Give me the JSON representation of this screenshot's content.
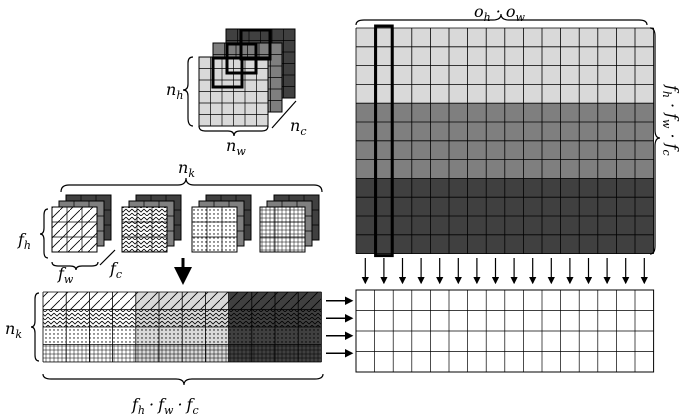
{
  "labels": {
    "input_height": "n",
    "input_height_sub": "h",
    "input_width": "n",
    "input_width_sub": "w",
    "input_channels": "n",
    "input_channels_sub": "c",
    "num_kernels": "n",
    "num_kernels_sub": "k",
    "kernel_height": "f",
    "kernel_height_sub": "h",
    "kernel_width": "f",
    "kernel_width_sub": "w",
    "kernel_channels": "f",
    "kernel_channels_sub": "c",
    "kernel_rows": "n",
    "kernel_rows_sub": "k",
    "output_size_a": "o",
    "output_size_a_sub": "h",
    "output_size_dot": "·",
    "output_size_b": "o",
    "output_size_b_sub": "w",
    "patch_size_f1": "f",
    "patch_size_f1_sub": "h",
    "patch_size_dot1": "·",
    "patch_size_f2": "f",
    "patch_size_f2_sub": "w",
    "patch_size_dot2": "·",
    "patch_size_f3": "f",
    "patch_size_f3_sub": "c",
    "bottom_f1": "f",
    "bottom_f1_sub": "h",
    "bottom_dot1": "·",
    "bottom_f2": "f",
    "bottom_f2_sub": "w",
    "bottom_dot2": "·",
    "bottom_f3": "f",
    "bottom_f3_sub": "c"
  },
  "colors": {
    "light": "#d9d9d9",
    "mid": "#7f7f7f",
    "dark": "#404040",
    "ink": "#000000",
    "paper": "#ffffff"
  }
}
